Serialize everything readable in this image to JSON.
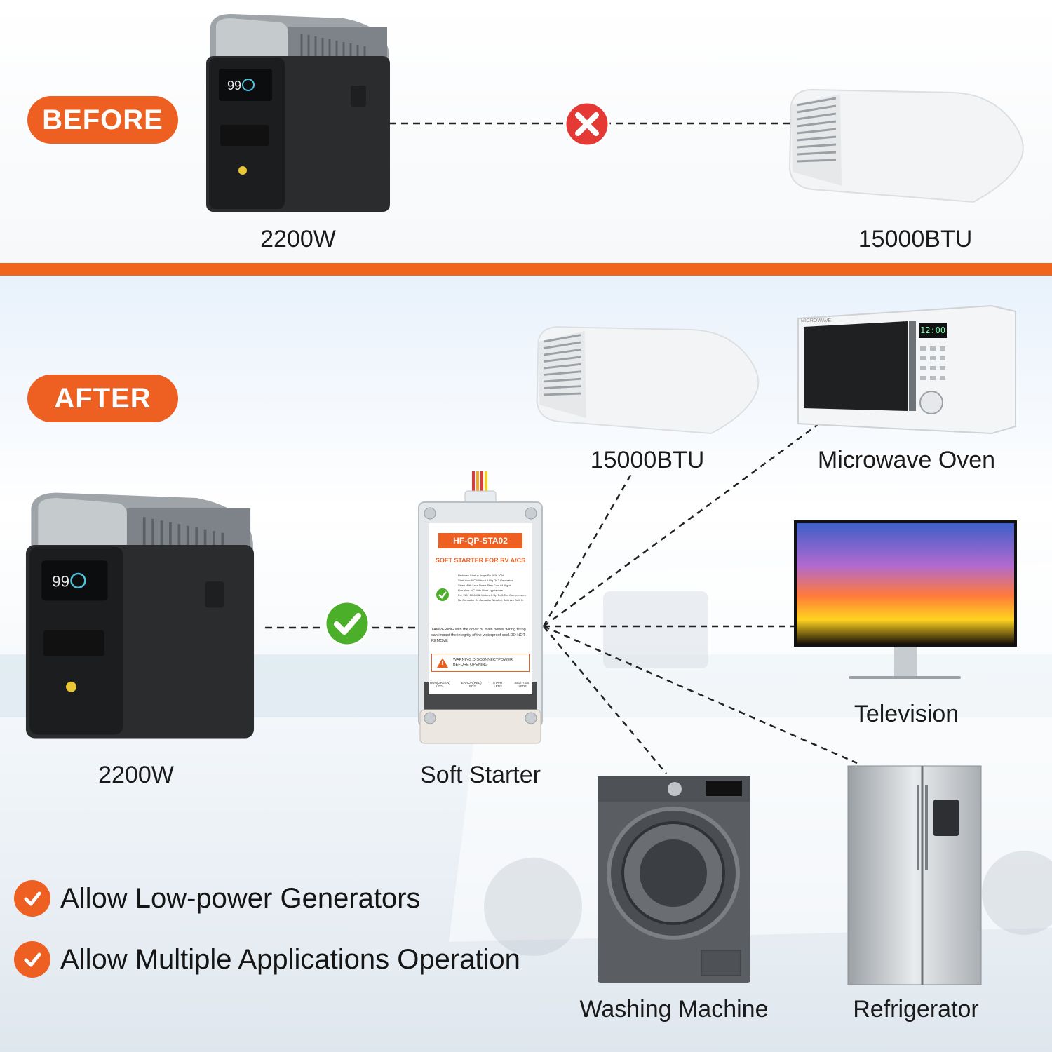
{
  "before": {
    "badge": "BEFORE",
    "generator_label": "2200W",
    "ac_label": "15000BTU",
    "status_icon": "x-circle-icon"
  },
  "after": {
    "badge": "AFTER",
    "generator_label": "2200W",
    "soft_starter_label": "Soft Starter",
    "status_icon": "check-circle-icon",
    "soft_starter_box": {
      "model": "HF-QP-STA02",
      "subtitle": "SOFT STARTER FOR RV A/CS",
      "features": [
        "Reduces Startup Amps By 60%-70%",
        "Start Your A/C Without A Big Or 2 Generator",
        "Sleep With Less Noise-Stay Cool All Night",
        "Run Your A/C With More Appliances",
        "For 115v 50-60HZ Motors & Up To 3-Ton Compressors",
        "No Contactor Or Capacitor Needed, Both Are Built In"
      ],
      "tamper_note": "TAMPERING with the cover or main power wiring fitting can impact the integrity of the waterproof seal.DO NOT REMOVE",
      "warning": "WARNING:DISCONNECTPOWER BEFORE OPENING",
      "leds": [
        {
          "name": "RUN(GREEN)",
          "id": "LED1"
        },
        {
          "name": "ERROR(RED)",
          "id": "LED2"
        },
        {
          "name": "START",
          "id": "LED3"
        },
        {
          "name": "SELT-TEST",
          "id": "LED4"
        }
      ]
    },
    "appliances": {
      "ac": "15000BTU",
      "microwave": "Microwave Oven",
      "television": "Television",
      "washer": "Washing Machine",
      "fridge": "Refrigerator"
    },
    "microwave_brand": "MICROWAVE",
    "microwave_display": "12:00",
    "benefits": [
      "Allow Low-power Generators",
      "Allow Multiple Applications Operation"
    ]
  },
  "generator_display": {
    "percent": "99",
    "unit": "%"
  },
  "colors": {
    "accent": "#ee5f22",
    "ok": "#4caf2a",
    "error": "#e53935"
  }
}
